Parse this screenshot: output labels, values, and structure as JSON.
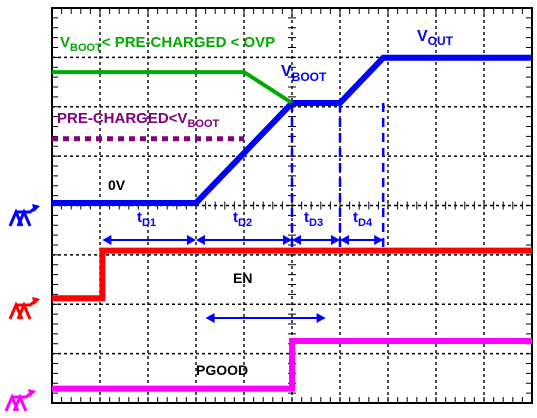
{
  "chart_data": {
    "type": "line",
    "title": "",
    "grid": true,
    "colors": {
      "vout": "#0000ff",
      "vboot_precharged": "#00aa00",
      "precharged_lt_vboot": "#800080",
      "en": "#ff0000",
      "pgood": "#ff00ff",
      "timing": "#0000ff",
      "grid": "#000000"
    },
    "labels": {
      "vboot_lt_pre_lt_ovp_main": "V",
      "vboot_lt_pre_lt_ovp_sub": "BOOT",
      "vboot_lt_pre_lt_ovp_rest": "< PRE-CHARGED < OVP",
      "vout_main": "V",
      "vout_sub": "OUT",
      "vboot_main": "V",
      "vboot_sub": "BOOT",
      "pre_lt_vboot_main": "PRE-CHARGED<V",
      "pre_lt_vboot_sub": "BOOT",
      "zero_v": "0V",
      "en": "EN",
      "pgood": "PGOOD"
    },
    "intervals": [
      {
        "main": "t",
        "sub": "D1"
      },
      {
        "main": "t",
        "sub": "D2"
      },
      {
        "main": "t",
        "sub": "D3"
      },
      {
        "main": "t",
        "sub": "D4"
      }
    ],
    "series": [
      {
        "key": "vout",
        "points": [
          [
            0,
            0
          ],
          [
            3.0,
            0
          ],
          [
            5.0,
            2.1
          ],
          [
            6.0,
            2.1
          ],
          [
            6.9,
            3.05
          ],
          [
            10,
            3.05
          ]
        ]
      },
      {
        "key": "vboot_precharged",
        "points": [
          [
            0,
            2.75
          ],
          [
            4.0,
            2.75
          ],
          [
            5.0,
            2.1
          ]
        ]
      },
      {
        "key": "precharged_lt_vboot",
        "points": [
          [
            0,
            1.35
          ],
          [
            4.0,
            1.35
          ]
        ]
      },
      {
        "key": "en",
        "points": [
          [
            0,
            -2.0
          ],
          [
            1.05,
            -2.0
          ],
          [
            1.05,
            -1.0
          ],
          [
            10,
            -1.0
          ]
        ]
      },
      {
        "key": "pgood",
        "points": [
          [
            0,
            -3.9
          ],
          [
            5.0,
            -3.9
          ],
          [
            5.0,
            -2.9
          ],
          [
            10,
            -2.9
          ]
        ]
      }
    ]
  }
}
